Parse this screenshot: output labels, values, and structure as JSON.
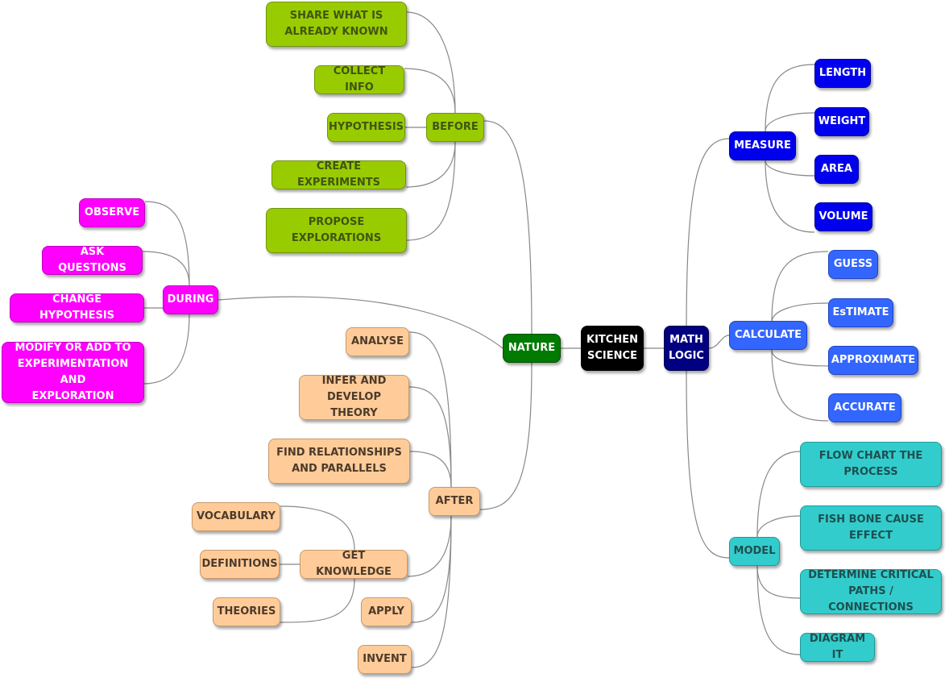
{
  "colors": {
    "before": "#99cc00",
    "during": "#ff00ff",
    "after": "#ffcc99",
    "root": "#000000",
    "nature": "#007a00",
    "math_logic": "#000080",
    "measure": "#0000ee",
    "calculate": "#3366ff",
    "model": "#33cccc",
    "edge": "#888888"
  },
  "nodes": {
    "root": "KITCHEN\nSCIENCE",
    "nature": "NATURE",
    "before": "BEFORE",
    "share": "SHARE WHAT IS\nALREADY KNOWN",
    "collect": "COLLECT INFO",
    "hypothesis": "HYPOTHESIS",
    "create_exp": "CREATE EXPERIMENTS",
    "propose": "PROPOSE\nEXPLORATIONS",
    "during": "DURING",
    "observe": "OBSERVE",
    "ask": "ASK QUESTIONS",
    "change_hyp": "CHANGE  HYPOTHESIS",
    "modify": "MODIFY  OR ADD TO\nEXPERIMENTATION AND\nEXPLORATION",
    "after": "AFTER",
    "analyse": "ANALYSE",
    "infer": "INFER AND\nDEVELOP THEORY",
    "find_rel": "FIND RELATIONSHIPS\nAND PARALLELS",
    "get_knowledge": "GET  KNOWLEDGE",
    "vocabulary": "VOCABULARY",
    "definitions": "DEFINITIONS",
    "theories": "THEORIES",
    "apply": "APPLY",
    "invent": "INVENT",
    "math_logic": "MATH\nLOGIC",
    "measure": "MEASURE",
    "length": "LENGTH",
    "weight": "WEIGHT",
    "area": "AREA",
    "volume": "VOLUME",
    "calculate": "CALCULATE",
    "guess": "GUESS",
    "estimate": "EsTIMATE",
    "approximate": "APPROXIMATE",
    "accurate": "ACCURATE",
    "model": "MODEL",
    "flow_chart": "FLOW CHART THE\nPROCESS",
    "fish_bone": "FISH BONE CAUSE\nEFFECT",
    "critical": "DETERMINE CRITICAL\nPATHS / CONNECTIONS",
    "diagram_it": "DIAGRAM IT"
  }
}
